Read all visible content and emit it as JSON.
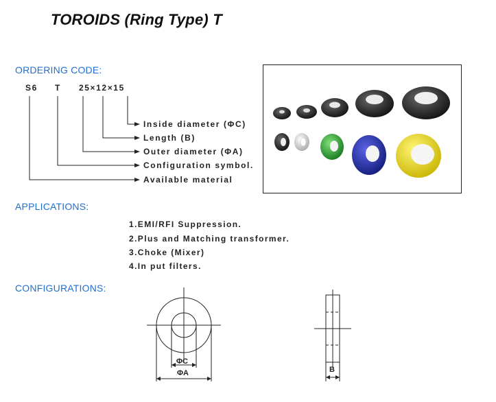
{
  "title": "TOROIDS (Ring Type) T",
  "ordering": {
    "heading": "ORDERING CODE:",
    "code_tokens": [
      "S6",
      "T",
      "25×12×15"
    ],
    "labels": [
      "Inside diameter (ΦC)",
      "Length (B)",
      "Outer diameter (ΦA)",
      "Configuration symbol.",
      "Available material"
    ]
  },
  "applications": {
    "heading": "APPLICATIONS:",
    "items": [
      "1.EMI/RFI Suppression.",
      "2.Plus and Matching transformer.",
      "3.Choke (Mixer)",
      "4.In put filters."
    ]
  },
  "configurations": {
    "heading": "CONFIGURATIONS:",
    "dim_c": "ΦC",
    "dim_a": "ΦA",
    "dim_b": "B"
  },
  "photo": {
    "colors": {
      "dark": "#2e2e2e",
      "white": "#d8d8d8",
      "green": "#2fae3a",
      "blue": "#2430b8",
      "yellow": "#f2e21c"
    }
  }
}
